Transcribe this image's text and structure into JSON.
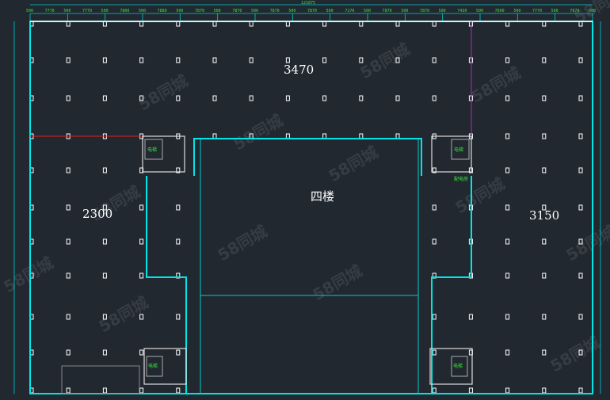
{
  "plan": {
    "floor_label": "四楼",
    "areas": [
      "3470",
      "2300",
      "3150"
    ],
    "total_dimension": "121875",
    "top_dimensions": [
      "500",
      "7770",
      "500",
      "7770",
      "500",
      "7800",
      "500",
      "7880",
      "500",
      "7870",
      "500",
      "7870",
      "500",
      "7870",
      "500",
      "7870",
      "500",
      "7170",
      "500",
      "7870",
      "500",
      "7870",
      "500",
      "7430",
      "500",
      "7800",
      "500",
      "7770",
      "500",
      "7870",
      "500"
    ],
    "elevator_label": "电梯",
    "room_label": "配电房",
    "watermark": "58同城",
    "colors": {
      "background": "#212830",
      "wall": "#00e5e5",
      "column": "#ffffff",
      "dimension": "#39e639",
      "red_line": "#e02020",
      "magenta_line": "#c020c0"
    }
  }
}
